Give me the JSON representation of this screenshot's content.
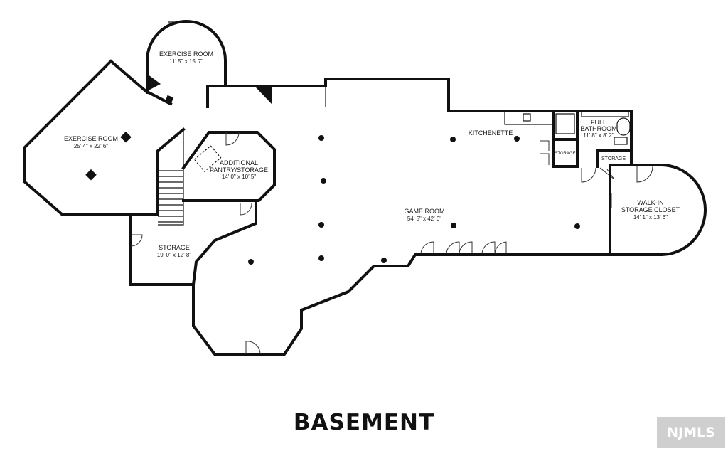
{
  "floor": {
    "title": "BASEMENT"
  },
  "watermark": {
    "text": "NJMLS"
  },
  "rooms": {
    "exercise_room_top": {
      "name": "EXERCISE ROOM",
      "dims": "11' 5\" x 15' 7\""
    },
    "exercise_room_left": {
      "name": "EXERCISE ROOM",
      "dims": "25' 4\" x 22' 6\""
    },
    "additional_pantry": {
      "name_line1": "ADDITIONAL",
      "name_line2": "PANTRY/STORAGE",
      "dims": "14' 0\" x 10' 5\""
    },
    "kitchenette": {
      "name": "KITCHENETTE"
    },
    "full_bathroom": {
      "name_line1": "FULL",
      "name_line2": "BATHROOM",
      "dims": "11' 8\" x 8' 2\""
    },
    "storage_small_1": {
      "name": "STORAGE"
    },
    "storage_small_2": {
      "name": "STORAGE"
    },
    "walk_in_closet": {
      "name_line1": "WALK-IN",
      "name_line2": "STORAGE CLOSET",
      "dims": "14' 1\" x 13' 6\""
    },
    "game_room": {
      "name": "GAME ROOM",
      "dims": "54' 5\" x 42' 0\""
    },
    "storage_main": {
      "name": "STORAGE",
      "dims": "19' 0\" x 12' 8\""
    }
  },
  "icons": {
    "light_fixture": "dot",
    "door": "door-swing",
    "stairs": "stairs"
  }
}
